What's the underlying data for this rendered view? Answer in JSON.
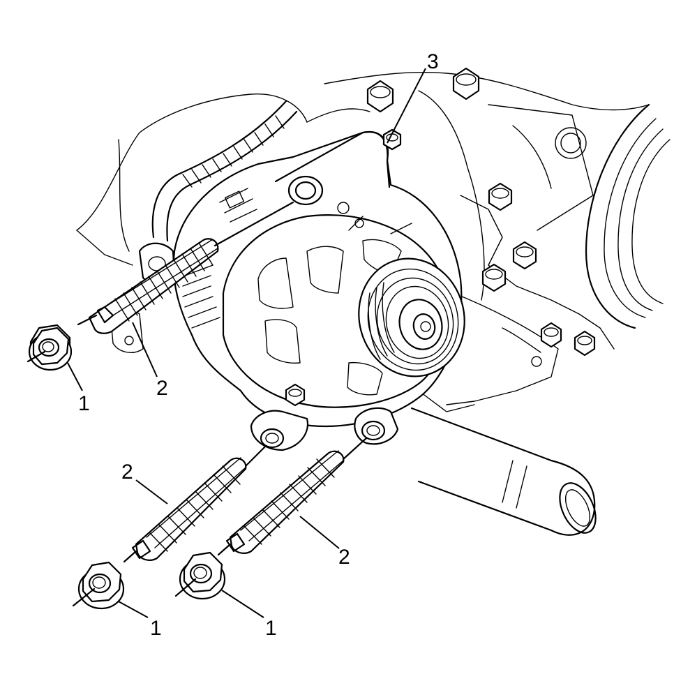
{
  "callouts": {
    "nut_upper": "1",
    "nut_lower_left": "1",
    "nut_lower_right": "1",
    "stud_upper": "2",
    "stud_lower_left": "2",
    "stud_lower_right": "2",
    "generator": "3"
  }
}
